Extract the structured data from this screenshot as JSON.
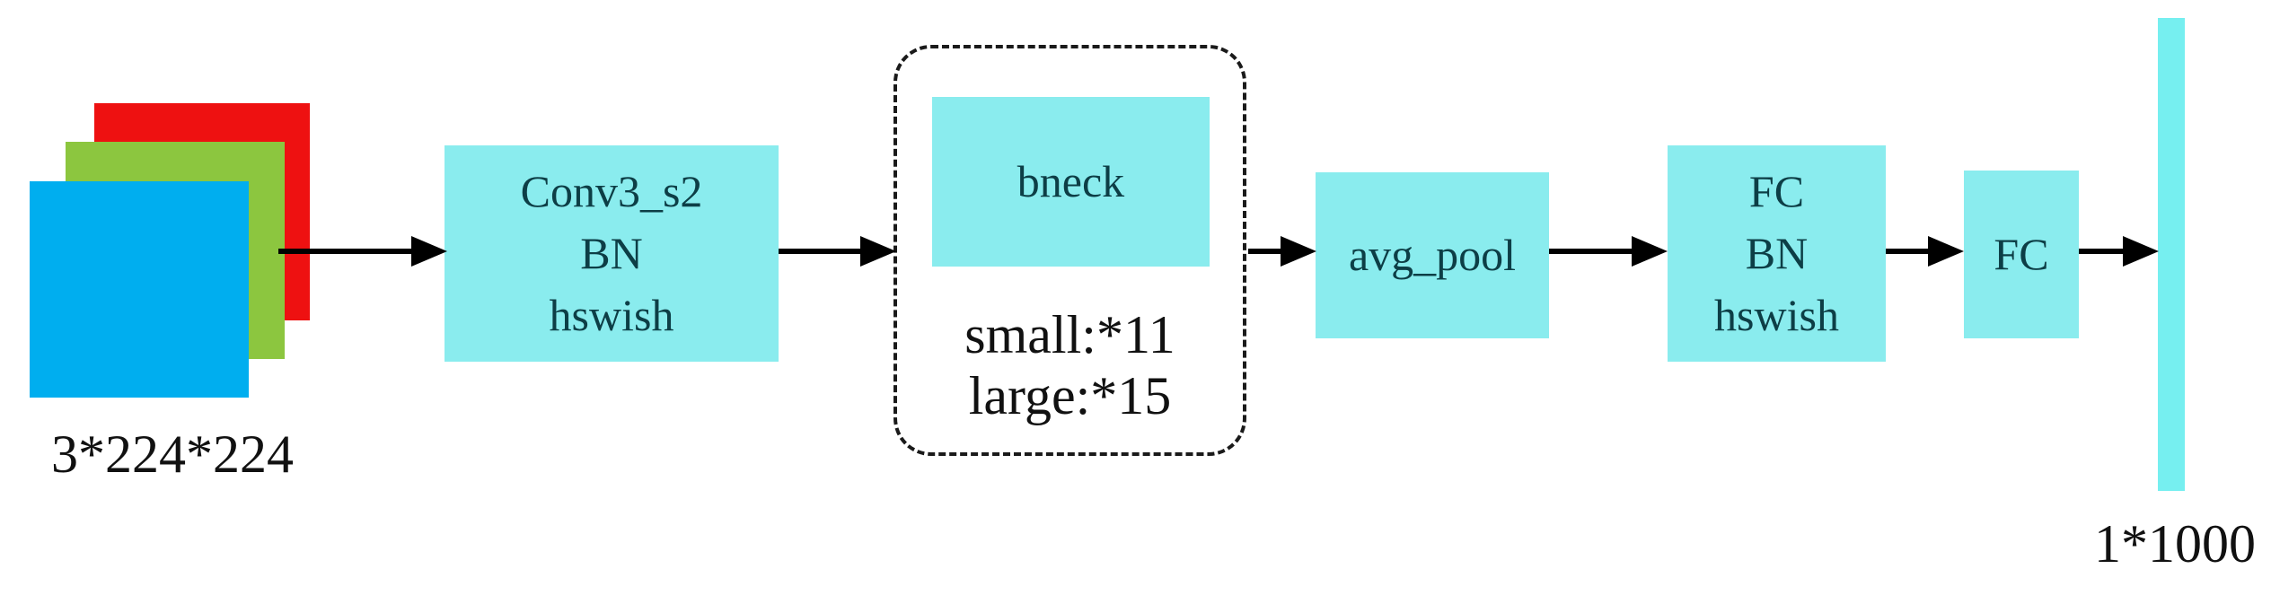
{
  "input": {
    "label": "3*224*224"
  },
  "blocks": {
    "conv": {
      "lines": [
        "Conv3_s2",
        "BN",
        "hswish"
      ]
    },
    "bneck": {
      "label": "bneck",
      "note_small": "small:*11",
      "note_large": "large:*15"
    },
    "avg_pool": {
      "label": "avg_pool"
    },
    "fc_bn": {
      "lines": [
        "FC",
        "BN",
        "hswish"
      ]
    },
    "fc": {
      "label": "FC"
    }
  },
  "output": {
    "label": "1*1000"
  },
  "colors": {
    "block_fill": "#8AECEE",
    "output_bar_fill": "#76EFF0",
    "block_text": "#0D3E46",
    "label_text": "#111111",
    "arrow": "#000000",
    "dashed_border": "#1A1A1A",
    "channel_red": "#EE1111",
    "channel_green": "#8CC63F",
    "channel_blue": "#00AEEF"
  }
}
